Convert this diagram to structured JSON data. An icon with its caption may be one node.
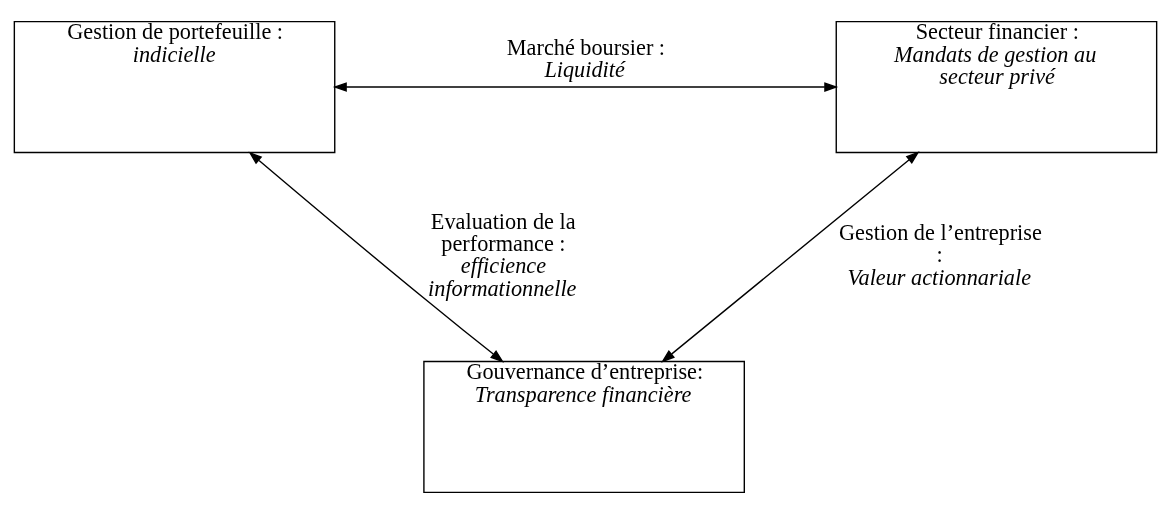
{
  "diagram": {
    "nodes": [
      {
        "text": [
          "Gestion de portefeuille :",
          "indicielle"
        ]
      },
      {
        "text": [
          "Secteur financier :",
          "Mandats de gestion au secteur privé"
        ]
      },
      {
        "text": [
          "Gouvernance d’entreprise:",
          "Transparence financière"
        ]
      }
    ],
    "edges": [
      {
        "from": 0,
        "to": 1,
        "arrow": "both",
        "label": "Marché boursier : *Liquidité*"
      },
      {
        "from": 0,
        "to": 2,
        "arrow": "both",
        "label": "Evaluation de la performance : *efficience informationnelle*"
      },
      {
        "from": 1,
        "to": 2,
        "arrow": "both",
        "label": "Gestion de l’entreprise : *Valeur actionnariale*"
      }
    ]
  }
}
